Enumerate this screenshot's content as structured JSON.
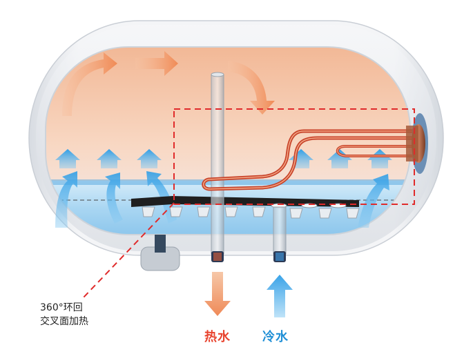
{
  "callout": {
    "line1": "360°环回",
    "line2": "交叉面加热"
  },
  "outlets": {
    "hot": {
      "label": "热水",
      "color": "#e8432e",
      "arrow_color": "#f3a57f"
    },
    "cold": {
      "label": "冷水",
      "color": "#1f8fd6",
      "arrow_color": "#5bb6ef"
    }
  },
  "colors": {
    "tank_shell": "#eef0f3",
    "hot_water": "#f7c9a8",
    "cold_water": "#bfe0f5",
    "heating_element": "#c8442b",
    "callout_dashes": "#e02a2a"
  },
  "icons": [
    "water-tank",
    "heating-element-coil",
    "flow-arrow",
    "pipe"
  ]
}
